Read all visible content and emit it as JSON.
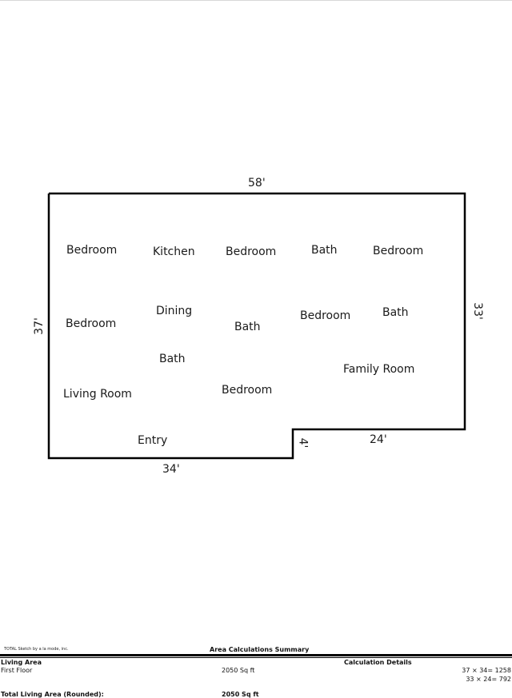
{
  "dimensions": {
    "top": "58'",
    "left": "37'",
    "right": "33'",
    "bottom_left": "34'",
    "bottom_right": "24'",
    "step": "4'"
  },
  "rooms": [
    "Bedroom",
    "Kitchen",
    "Bedroom",
    "Bath",
    "Bedroom",
    "Dining",
    "Bedroom",
    "Bath",
    "Bedroom",
    "Bath",
    "Bath",
    "Family Room",
    "Living Room",
    "Bedroom",
    "Entry"
  ],
  "footer": {
    "software": "TOTAL Sketch by a la mode, inc.",
    "summary_title": "Area Calculations Summary",
    "living_area": "Living Area",
    "calc_details": "Calculation Details",
    "first_floor": "First Floor",
    "first_floor_area": "2050 Sq ft",
    "calc1": "37 × 34= 1258",
    "calc2": "33 × 24= 792",
    "total_label": "Total Living Area (Rounded):",
    "total_value": "2050 Sq ft"
  }
}
